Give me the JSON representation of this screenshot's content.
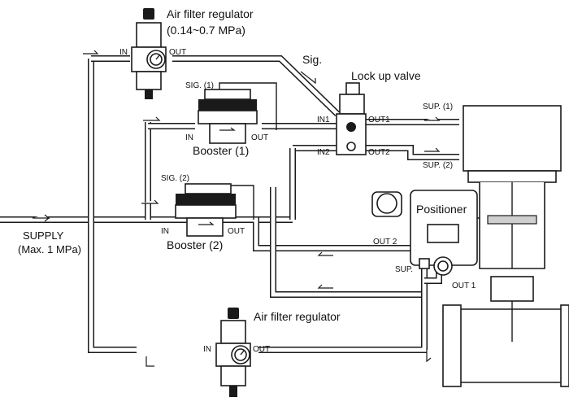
{
  "labels": {
    "air_filter_top_title": "Air filter regulator",
    "air_filter_top_range": "(0.14~0.7 MPa)",
    "air_filter_top_in": "IN",
    "air_filter_top_out": "OUT",
    "sig": "Sig.",
    "lock_up_valve": "Lock up valve",
    "sig1": "SIG. (1)",
    "booster1_in": "IN",
    "booster1_out": "OUT",
    "booster1": "Booster (1)",
    "in1": "IN1",
    "out1_lock": "OUT1",
    "in2": "IN2",
    "out2_lock": "OUT2",
    "sup1": "SUP. (1)",
    "sup2": "SUP. (2)",
    "sig2": "SIG. (2)",
    "booster2_in": "IN",
    "booster2_out": "OUT",
    "booster2": "Booster (2)",
    "positioner": "Positioner",
    "out2_pos": "OUT 2",
    "sup_pos": "SUP.",
    "out1_pos": "OUT 1",
    "supply": "SUPPLY",
    "supply_max": "(Max. 1 MPa)",
    "air_filter_bottom_title": "Air filter regulator",
    "air_filter_bottom_in": "IN",
    "air_filter_bottom_out": "OUT"
  }
}
